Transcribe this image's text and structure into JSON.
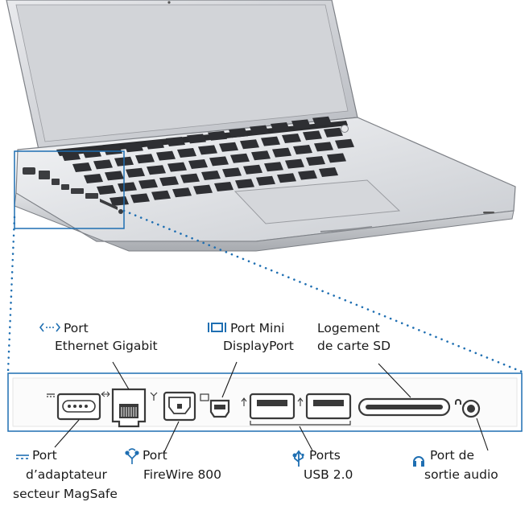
{
  "callouts": {
    "ethernet": {
      "icon": "ethernet-icon",
      "line1": "Port",
      "line2": "Ethernet Gigabit"
    },
    "minidisplayport": {
      "icon": "mini-displayport-icon",
      "line1": "Port Mini",
      "line2": "DisplayPort"
    },
    "sd_card": {
      "line1": "Logement",
      "line2": "de carte SD"
    },
    "magsafe": {
      "icon": "power-dc-icon",
      "line1": "Port",
      "line2": "d’adaptateur",
      "line3": "secteur MagSafe"
    },
    "firewire": {
      "icon": "firewire-icon",
      "line1": "Port",
      "line2": "FireWire 800"
    },
    "usb": {
      "icon": "usb-icon",
      "line1": "Ports",
      "line2": "USB 2.0"
    },
    "audio": {
      "icon": "headphones-icon",
      "line1": "Port de",
      "line2": "sortie audio"
    }
  },
  "colors": {
    "accent": "#1f6fb2",
    "outline": "#3a3a3a"
  }
}
